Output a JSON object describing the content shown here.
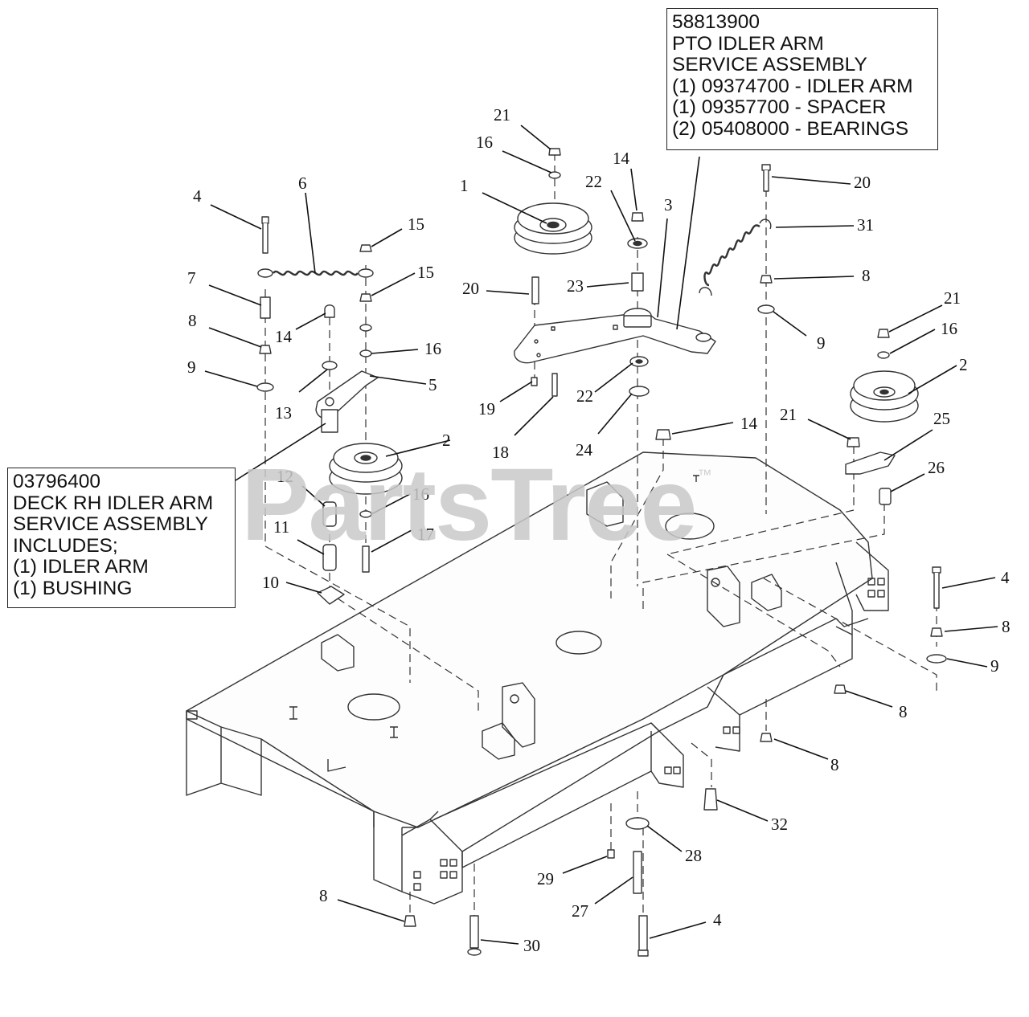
{
  "callouts": {
    "pto": {
      "lines": [
        "58813900",
        "PTO IDLER ARM",
        "SERVICE ASSEMBLY",
        "(1) 09374700 - IDLER ARM",
        "(1) 09357700 - SPACER",
        "(2) 05408000 - BEARINGS"
      ]
    },
    "rh": {
      "lines": [
        "03796400",
        "DECK RH IDLER ARM",
        "SERVICE ASSEMBLY",
        "INCLUDES;",
        "(1) IDLER ARM",
        "(1)  BUSHING"
      ]
    }
  },
  "watermark": {
    "text": "PartsTree",
    "mark": "™"
  },
  "part_labels": [
    "21",
    "16",
    "1",
    "14",
    "22",
    "3",
    "20",
    "31",
    "4",
    "6",
    "15",
    "15",
    "7",
    "8",
    "14",
    "16",
    "9",
    "13",
    "5",
    "20",
    "23",
    "8",
    "9",
    "2",
    "21",
    "16",
    "21",
    "25",
    "26",
    "19",
    "22",
    "18",
    "24",
    "14",
    "12",
    "2",
    "16",
    "11",
    "17",
    "10",
    "4",
    "8",
    "9",
    "8",
    "8",
    "32",
    "28",
    "29",
    "27",
    "8",
    "30",
    "4"
  ]
}
